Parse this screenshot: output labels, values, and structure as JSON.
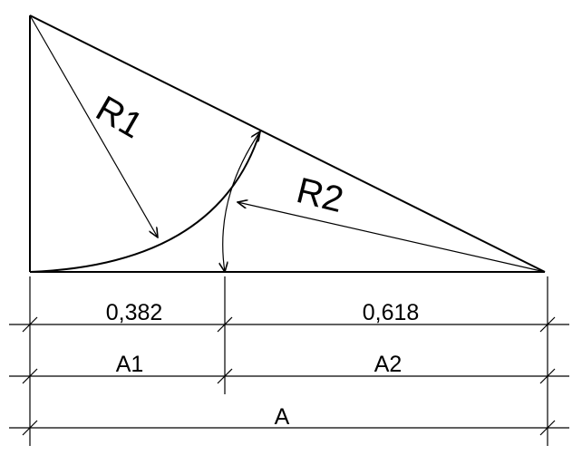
{
  "labels": {
    "r1": "R1",
    "r2": "R2",
    "ratio_a1": "0,382",
    "ratio_a2": "0,618",
    "seg_a1": "A1",
    "seg_a2": "A2",
    "total": "A"
  },
  "colors": {
    "stroke": "#000000",
    "background": "#ffffff"
  }
}
